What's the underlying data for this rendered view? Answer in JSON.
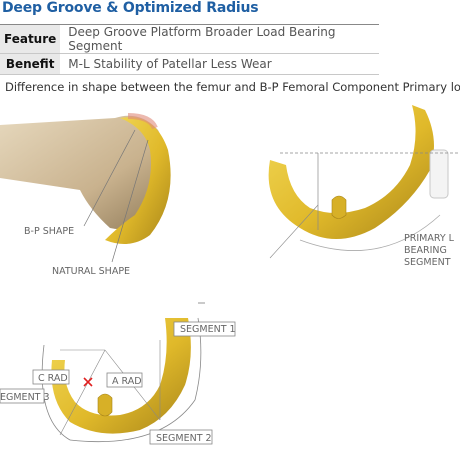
{
  "title": "Deep Groove & Optimized Radius",
  "spec_table": [
    {
      "key": "Feature",
      "value": "Deep Groove Platform Broader Load Bearing Segment"
    },
    {
      "key": "Benefit",
      "value": "M-L Stability of Patellar Less Wear"
    }
  ],
  "caption": "Difference in shape between the femur and B-P Femoral Component Primary load",
  "figure1": {
    "bp_shape": "B-P SHAPE",
    "natural_shape": "NATURAL SHAPE"
  },
  "figure2": {
    "label_line1": "PRIMARY L",
    "label_line2": "BEARING",
    "label_line3": "SEGMENT"
  },
  "figure3": {
    "segment1": "SEGMENT 1",
    "segment2": "SEGMENT 2",
    "segment3": "EGMENT 3",
    "c_rad": "C RAD",
    "a_rad": "A RAD"
  },
  "colors": {
    "title": "#1f5fa3",
    "implant": "#e5c12a",
    "implant_dark": "#a8851a",
    "bone": "#c9b28e"
  }
}
